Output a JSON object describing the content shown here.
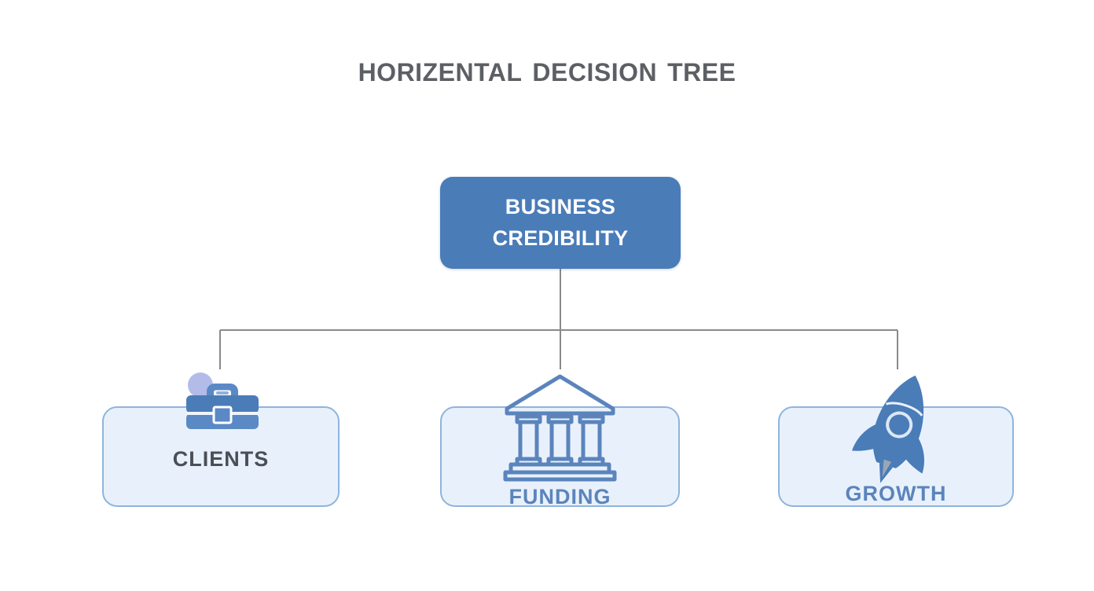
{
  "page": {
    "title": "Horizental Decision Tree",
    "background_color": "#ffffff",
    "title_color": "#5c5f63"
  },
  "colors": {
    "root_fill": "#4a7cb8",
    "root_text": "#ffffff",
    "card_fill": "#e8f1fb",
    "card_border": "#8fb4dc",
    "connector": "#8a8a8a",
    "label_dark": "#4a4f57",
    "label_blue": "#5b84bd",
    "icon_blue": "#4a7cb8",
    "icon_lavender": "#b3bbe8"
  },
  "tree": {
    "root": {
      "label": "BUSINESS\nCREDIBILITY"
    },
    "children": [
      {
        "label": "CLIENTS",
        "icon": "briefcase-icon",
        "label_style": "center-dark"
      },
      {
        "label": "FUNDING",
        "icon": "bank-icon",
        "label_style": "bottom-blue"
      },
      {
        "label": "GROWTH",
        "icon": "rocket-icon",
        "label_style": "bottom-blue"
      }
    ]
  }
}
